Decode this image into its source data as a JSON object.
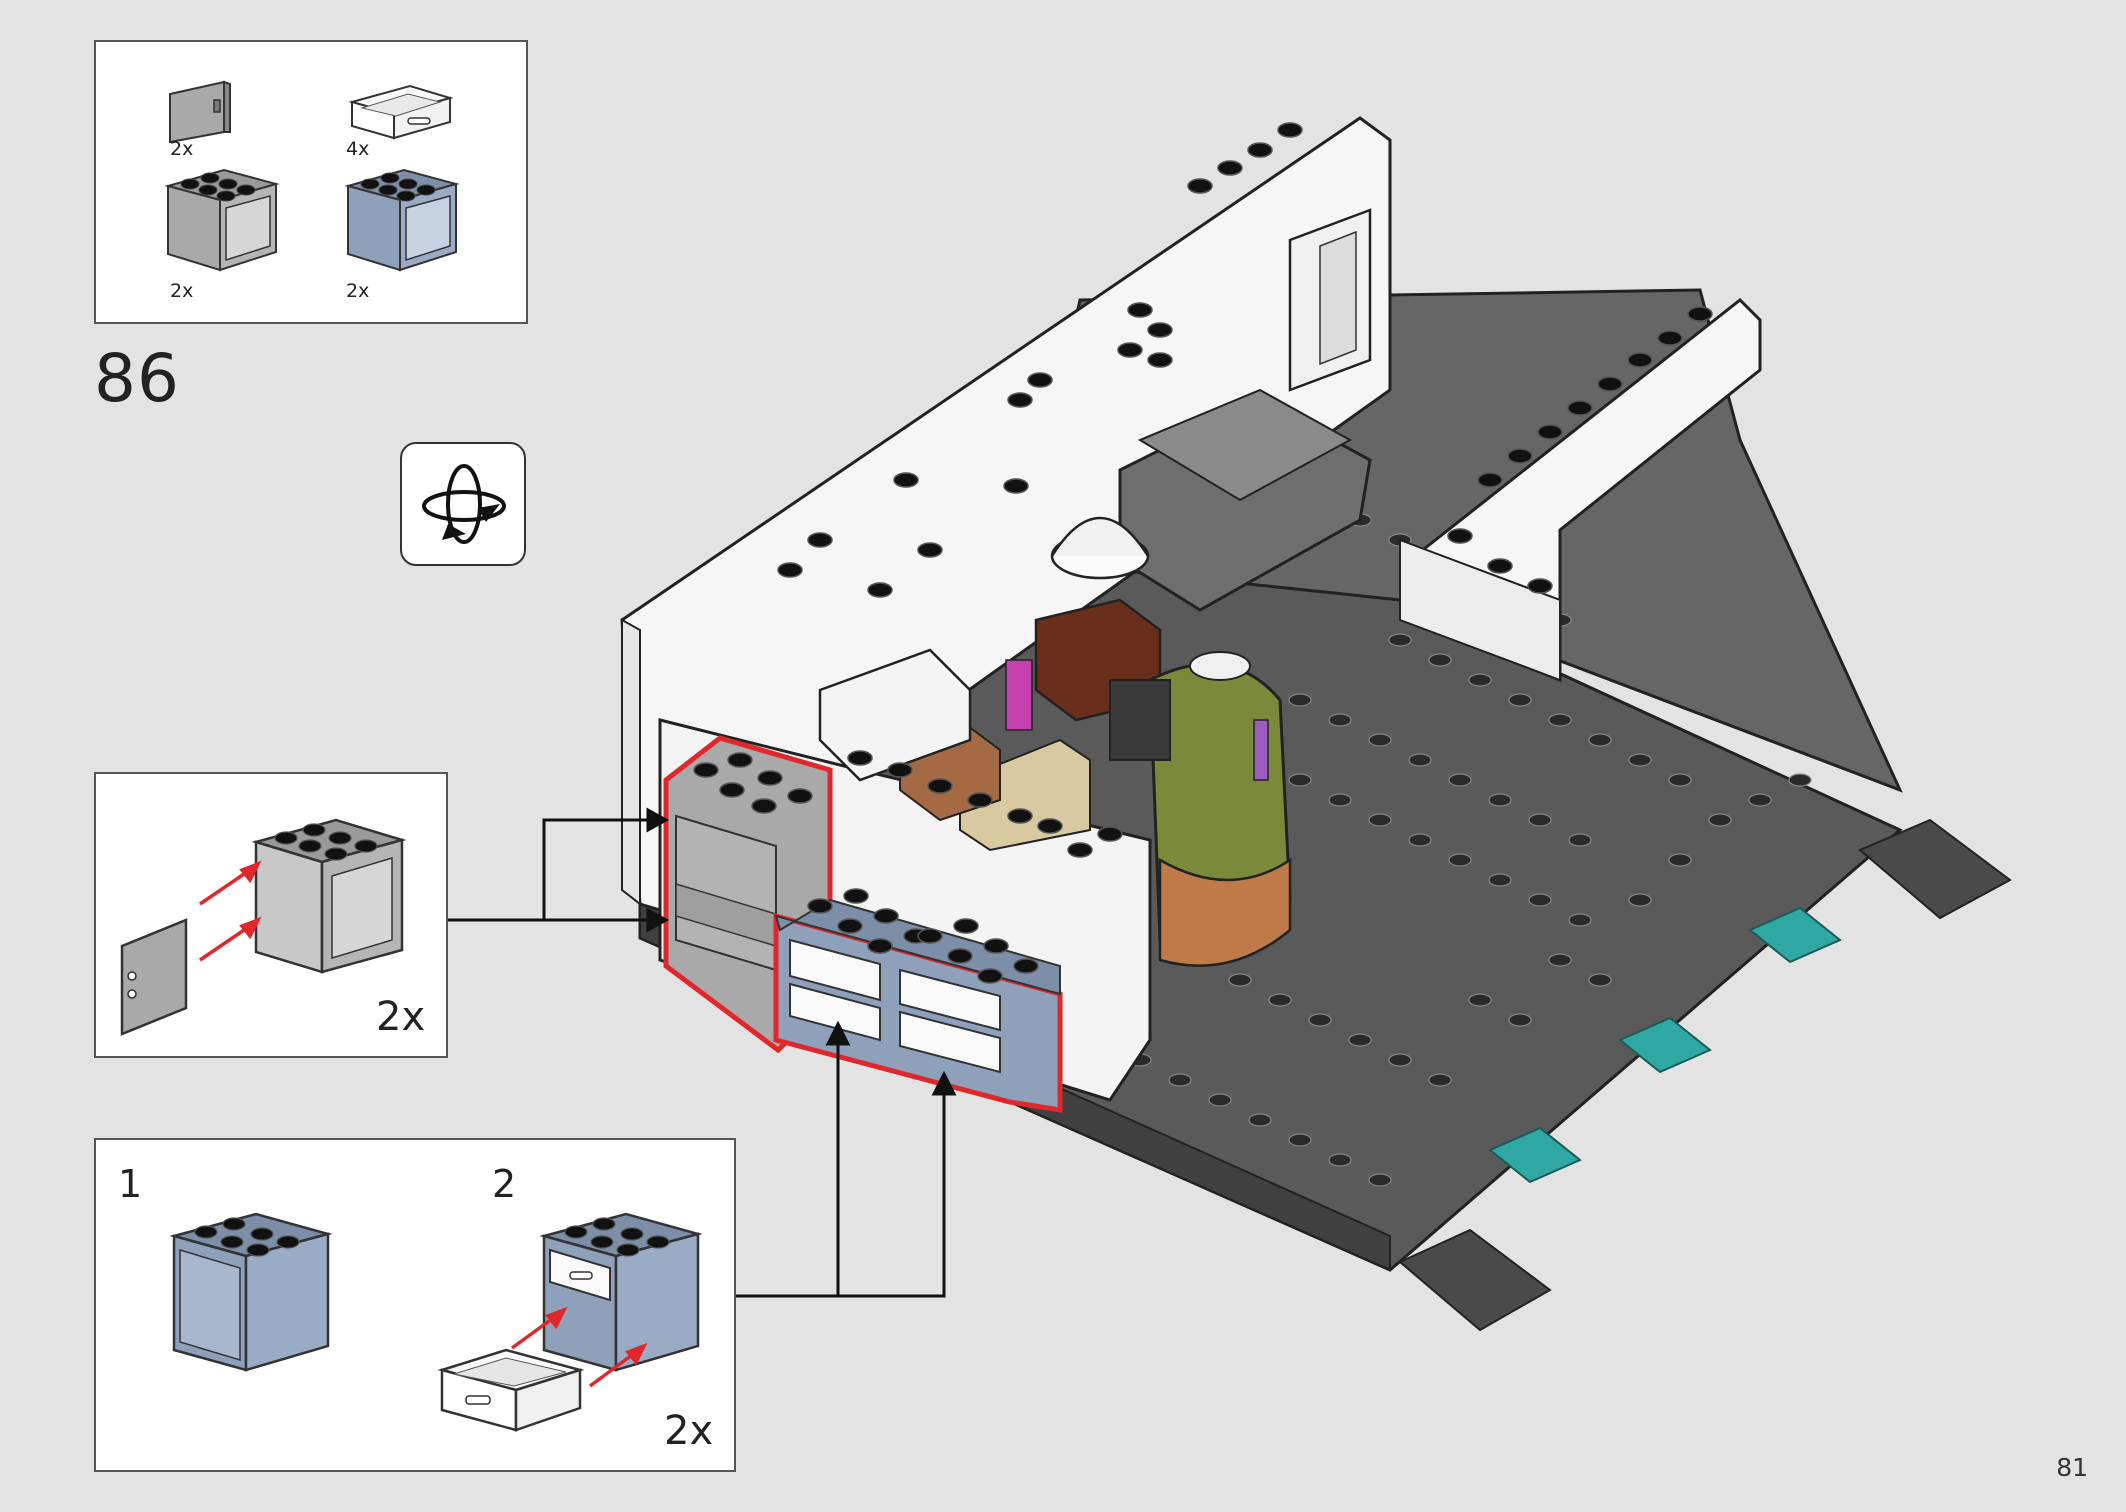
{
  "parts_list": {
    "items": [
      {
        "qty": "2x",
        "icon": "grey-cupboard-door-icon"
      },
      {
        "qty": "4x",
        "icon": "white-drawer-icon"
      },
      {
        "qty": "2x",
        "icon": "grey-cupboard-icon"
      },
      {
        "qty": "2x",
        "icon": "blue-cupboard-icon"
      }
    ]
  },
  "step": {
    "number": "86"
  },
  "rotate_icon": "rotate-model-icon",
  "callout_door": {
    "qty": "2x"
  },
  "callout_drawer": {
    "substep_1": "1",
    "substep_2": "2",
    "qty": "2x"
  },
  "colors": {
    "background": "#e3e3e3",
    "grey_part": "#a9a9a9",
    "blue_part": "#8fa0bb",
    "highlight": "#e0282c",
    "dark_plate": "#5a5a5a",
    "teal_tile": "#2fa8a4"
  },
  "page": {
    "number": "81"
  }
}
